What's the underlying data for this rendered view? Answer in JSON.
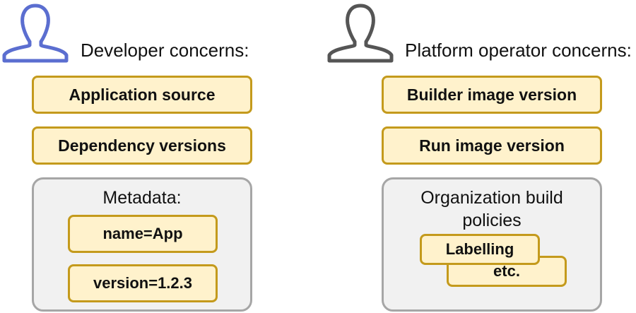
{
  "colors": {
    "developer_icon": "#5b6ed0",
    "operator_icon": "#555555",
    "pill_fill": "#fff2cc",
    "pill_border": "#c49a1c",
    "panel_fill": "#f1f1f1",
    "panel_border": "#a6a6a6"
  },
  "developer": {
    "icon": "user-icon",
    "heading": "Developer concerns:",
    "items": [
      "Application source",
      "Dependency versions"
    ],
    "metadata": {
      "title": "Metadata:",
      "items": [
        "name=App",
        "version=1.2.3"
      ]
    }
  },
  "operator": {
    "icon": "user-icon",
    "heading": "Platform operator concerns:",
    "items": [
      "Builder image version",
      "Run image version"
    ],
    "policies": {
      "title_line1": "Organization build",
      "title_line2": "policies",
      "items": [
        "Labelling",
        "etc."
      ]
    }
  }
}
